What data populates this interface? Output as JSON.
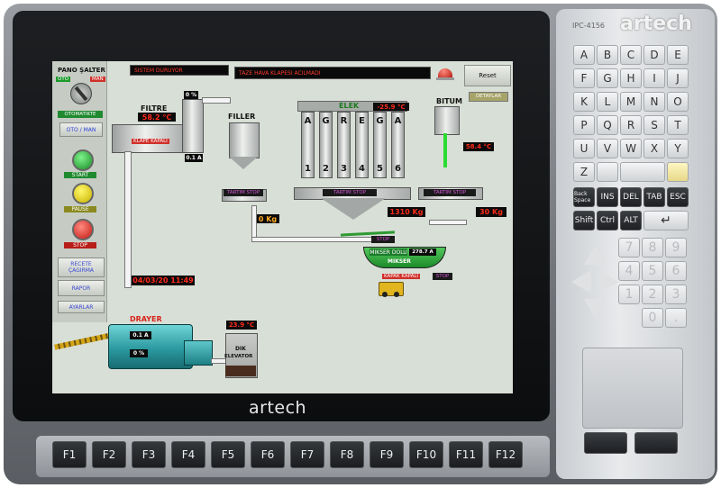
{
  "device": {
    "brand": "artech",
    "model_label": "IPC-4156",
    "fkeys": [
      "F1",
      "F2",
      "F3",
      "F4",
      "F5",
      "F6",
      "F7",
      "F8",
      "F9",
      "F10",
      "F11",
      "F12"
    ],
    "letter_keys": [
      "A",
      "B",
      "C",
      "D",
      "E",
      "F",
      "G",
      "H",
      "I",
      "J",
      "K",
      "L",
      "M",
      "N",
      "O",
      "P",
      "Q",
      "R",
      "S",
      "T",
      "U",
      "V",
      "W",
      "X",
      "Y",
      "Z"
    ],
    "special_keys": [
      "Back Space",
      "INS",
      "DEL",
      "TAB",
      "ESC",
      "Shift",
      "Ctrl",
      "ALT"
    ],
    "num_keys": [
      "7",
      "8",
      "9",
      "4",
      "5",
      "6",
      "1",
      "2",
      "3",
      "0",
      "."
    ]
  },
  "scada": {
    "sidebar": {
      "title": "PANO ŞALTER",
      "oto": "OTO",
      "man": "MAN",
      "mode_label": "OTOMATIKTE",
      "mode_button": "OTO / MAN",
      "start": "START",
      "pause": "PAUSE",
      "stop": "STOP",
      "recete": "RECETE ÇAGIRMA",
      "rapor": "RAPOR",
      "ayarlar": "AYARLAR"
    },
    "status_left": "SISTEM DURUYOR",
    "status_main": "TAZE HAVA KLAPESI ACILMADI",
    "reset": "Reset",
    "detaylar": "DETAYLAR",
    "filtre": {
      "label": "FILTRE",
      "temp": "58.2 °C",
      "percent": "0 %",
      "current": "0.1 A",
      "klape": "KLAPE KAPALI"
    },
    "filler": {
      "label": "FILLER",
      "tartim": "TARTIM STOP",
      "weight": "0 Kg"
    },
    "elek": {
      "label": "ELEK",
      "temp": "-25.9 °C"
    },
    "agrega": {
      "letters": [
        "A",
        "G",
        "R",
        "E",
        "G",
        "A"
      ],
      "numbers": [
        "1",
        "2",
        "3",
        "4",
        "5",
        "6"
      ],
      "tartim": "TARTIM STOP",
      "weight": "1310 Kg"
    },
    "bitum": {
      "label": "BITUM",
      "temp": "58.4 °C",
      "tartim": "TARTIM STOP",
      "weight": "30 Kg"
    },
    "mikser": {
      "stop": "STOP",
      "dolu": "MIKSER DOLU",
      "current": "278.7 A",
      "label": "MIKSER",
      "kapak": "KAPAK KAPALI",
      "stop2": "STOP"
    },
    "datetime": "04/03/20 11:49",
    "drayer": {
      "label": "DRAYER",
      "current": "0.1 A",
      "percent": "0 %"
    },
    "elevator": {
      "temp": "23.9 °C",
      "label1": "DIK",
      "label2": "ELEVATOR"
    }
  }
}
